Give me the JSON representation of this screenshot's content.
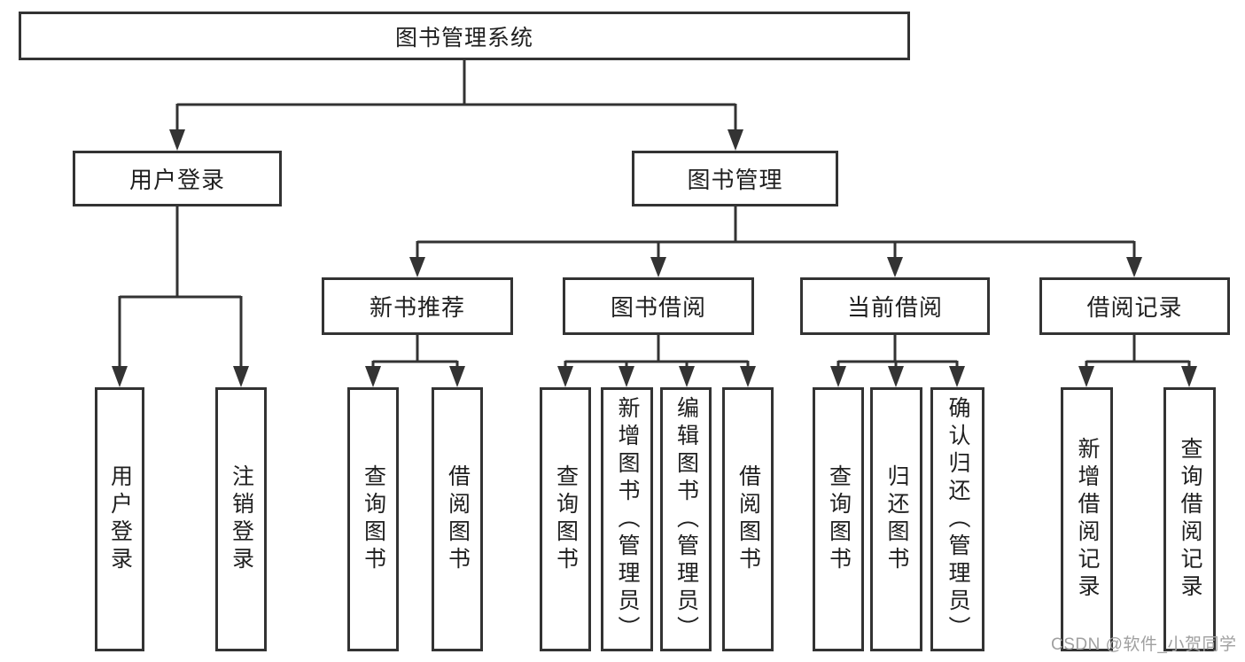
{
  "tree": {
    "label": "图书管理系统",
    "children": [
      {
        "label": "用户登录",
        "children": [
          {
            "label": "用户登录"
          },
          {
            "label": "注销登录"
          }
        ]
      },
      {
        "label": "图书管理",
        "children": [
          {
            "label": "新书推荐",
            "children": [
              {
                "label": "查询图书"
              },
              {
                "label": "借阅图书"
              }
            ]
          },
          {
            "label": "图书借阅",
            "children": [
              {
                "label": "查询图书"
              },
              {
                "label": "新增图书（管理员）"
              },
              {
                "label": "编辑图书（管理员）"
              },
              {
                "label": "借阅图书"
              }
            ]
          },
          {
            "label": "当前借阅",
            "children": [
              {
                "label": "查询图书"
              },
              {
                "label": "归还图书"
              },
              {
                "label": "确认归还（管理员）"
              }
            ]
          },
          {
            "label": "借阅记录",
            "children": [
              {
                "label": "新增借阅记录"
              },
              {
                "label": "查询借阅记录"
              }
            ]
          }
        ]
      }
    ]
  },
  "watermark": {
    "text": "CSDN @软件_小贺同学"
  },
  "colors": {
    "line": "#333333",
    "text": "#1f1f1f",
    "watermark": "#a0a0a0",
    "background": "#ffffff"
  }
}
